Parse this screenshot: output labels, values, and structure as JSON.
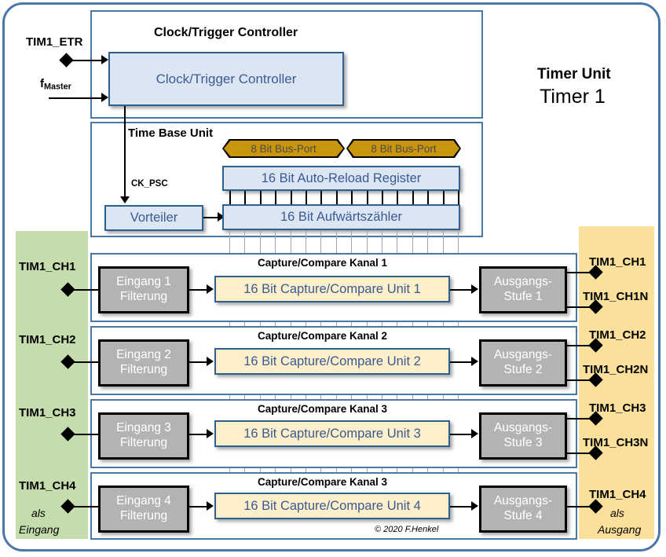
{
  "diagram": {
    "title_line1": "Timer Unit",
    "title_line2": "Timer 1",
    "copyright": "© 2020 F.Henkel",
    "colors": {
      "frame": "#4a77a8",
      "input_band": "#c5dcad",
      "output_band": "#fbe09b",
      "pale_blue": "#dce6f2",
      "cream": "#fdefc9",
      "grey": "#b3b3b3",
      "bus_port": "#c8950c",
      "text_blue": "#3b5a93"
    }
  },
  "inputs": {
    "etr_label": "TIM1_ETR",
    "fmaster_label": "f",
    "fmaster_sub": "Master",
    "ck_psc_label": "CK_PSC"
  },
  "clock_trigger": {
    "group_title": "Clock/Trigger Controller",
    "box_label": "Clock/Trigger Controller"
  },
  "time_base": {
    "group_title": "Time Base Unit",
    "bus_port_left": "8 Bit Bus-Port",
    "bus_port_right": "8 Bit Bus-Port",
    "auto_reload": "16 Bit Auto-Reload Register",
    "prescaler": "Vorteiler",
    "counter": "16 Bit Aufwärtszähler"
  },
  "channels": [
    {
      "group_title": "Capture/Compare Kanal 1",
      "input_filter_l1": "Eingang 1",
      "input_filter_l2": "Filterung",
      "unit": "16 Bit Capture/Compare Unit 1",
      "output_stage_l1": "Ausgangs-",
      "output_stage_l2": "Stufe 1",
      "in_pin": "TIM1_CH1",
      "out_pin": "TIM1_CH1",
      "out_pin_n": "TIM1_CH1N"
    },
    {
      "group_title": "Capture/Compare Kanal 2",
      "input_filter_l1": "Eingang 2",
      "input_filter_l2": "Filterung",
      "unit": "16 Bit Capture/Compare Unit 2",
      "output_stage_l1": "Ausgangs-",
      "output_stage_l2": "Stufe 2",
      "in_pin": "TIM1_CH2",
      "out_pin": "TIM1_CH2",
      "out_pin_n": "TIM1_CH2N"
    },
    {
      "group_title": "Capture/Compare Kanal 3",
      "input_filter_l1": "Eingang 3",
      "input_filter_l2": "Filterung",
      "unit": "16 Bit Capture/Compare Unit 3",
      "output_stage_l1": "Ausgangs-",
      "output_stage_l2": "Stufe 3",
      "in_pin": "TIM1_CH3",
      "out_pin": "TIM1_CH3",
      "out_pin_n": "TIM1_CH3N"
    },
    {
      "group_title": "Capture/Compare Kanal 3",
      "input_filter_l1": "Eingang 4",
      "input_filter_l2": "Filterung",
      "unit": "16 Bit Capture/Compare Unit 4",
      "output_stage_l1": "Ausgangs-",
      "output_stage_l2": "Stufe 4",
      "in_pin": "TIM1_CH4",
      "out_pin": "TIM1_CH4",
      "out_pin_n": ""
    }
  ],
  "bands": {
    "input_note_l1": "als",
    "input_note_l2": "Eingang",
    "output_note_l1": "als",
    "output_note_l2": "Ausgang"
  }
}
